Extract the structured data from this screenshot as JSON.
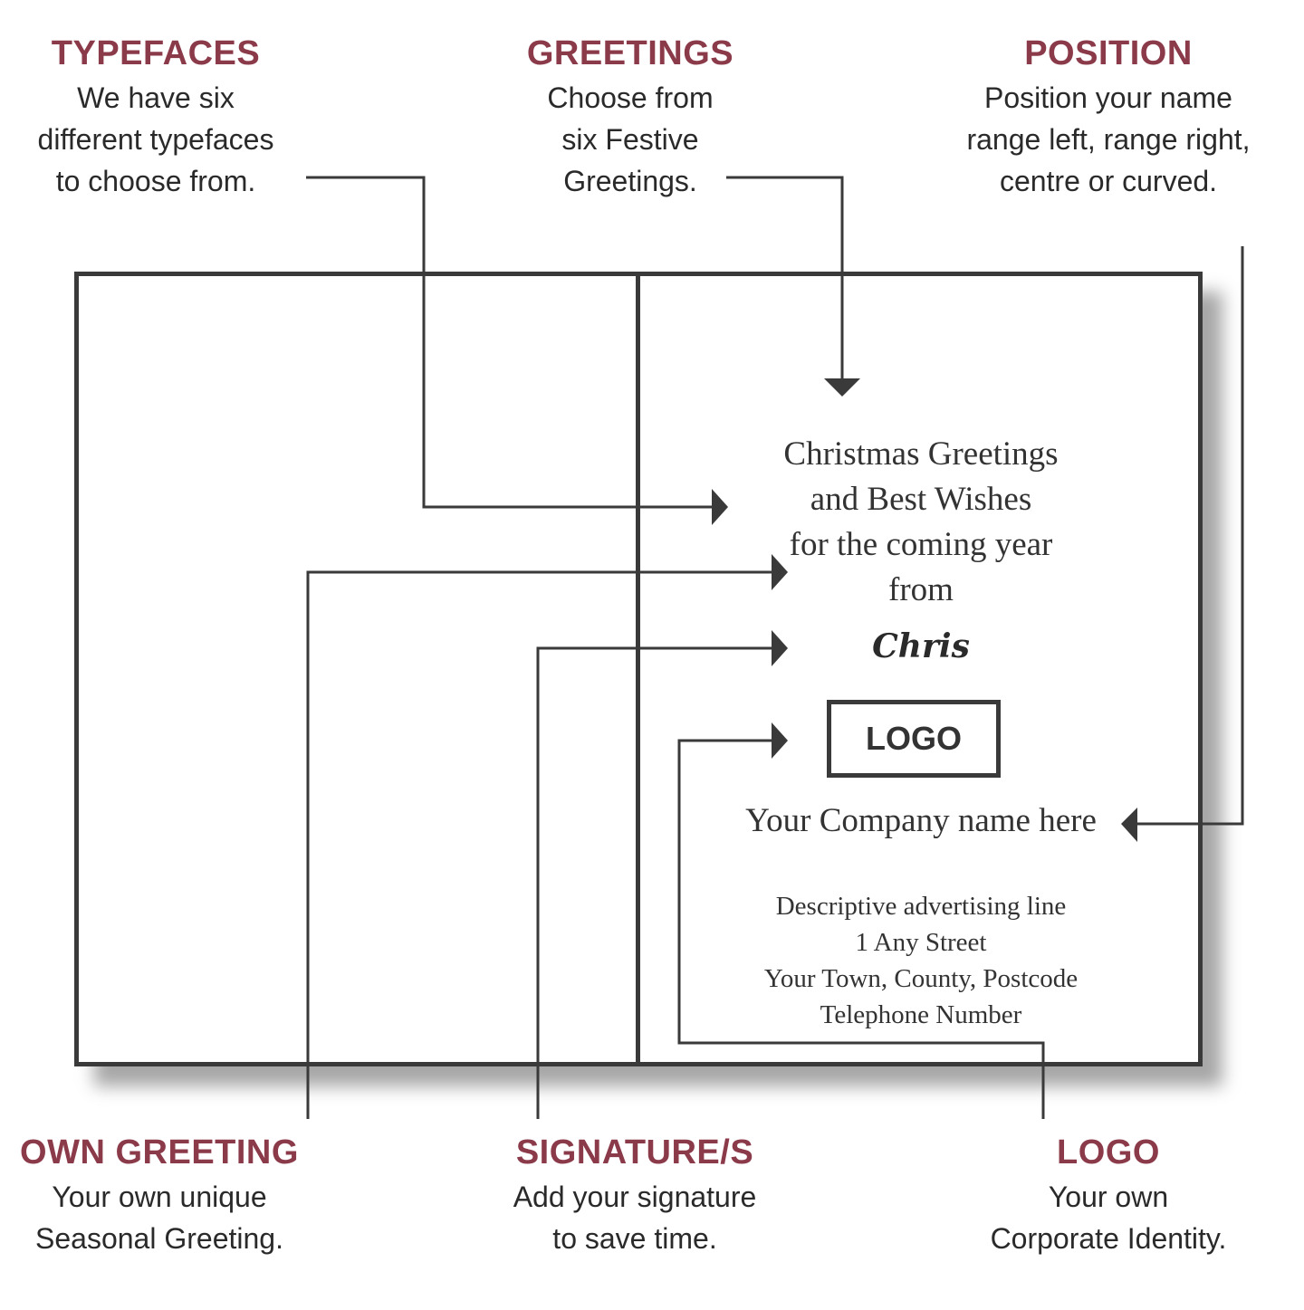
{
  "colors": {
    "heading": "#8b3a4a",
    "line": "#3a3a3a",
    "text": "#2a2a2a"
  },
  "top_labels": {
    "typefaces": {
      "title": "TYPEFACES",
      "lines": [
        "We have six",
        "different typefaces",
        "to choose from."
      ]
    },
    "greetings": {
      "title": "GREETINGS",
      "lines": [
        "Choose from",
        "six Festive",
        "Greetings."
      ]
    },
    "position": {
      "title": "POSITION",
      "lines": [
        "Position your name",
        "range left, range right,",
        "centre or curved."
      ]
    }
  },
  "bottom_labels": {
    "own_greeting": {
      "title": "OWN GREETING",
      "lines": [
        "Your own unique",
        "Seasonal Greeting."
      ]
    },
    "signature": {
      "title": "SIGNATURE/S",
      "lines": [
        "Add your signature",
        "to save time."
      ]
    },
    "logo": {
      "title": "LOGO",
      "lines": [
        "Your own",
        "Corporate Identity."
      ]
    }
  },
  "card": {
    "greeting_lines": [
      "Christmas Greetings",
      "and Best Wishes",
      "for the coming year",
      "from"
    ],
    "signature": "Chris",
    "logo_text": "LOGO",
    "company_name": "Your Company name here",
    "details": [
      "Descriptive advertising line",
      "1 Any Street",
      "Your Town, County, Postcode",
      "Telephone Number"
    ]
  }
}
